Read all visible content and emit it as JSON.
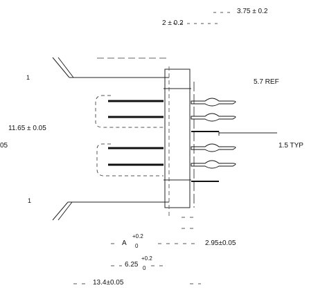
{
  "dimensions": {
    "top_right": "3.75 ± 0.2",
    "top_mid": "2 ± 0.2",
    "left_small_mark": "1",
    "ref": "5.7 REF",
    "left_height": "11.65 ± 0.05",
    "left_edge_fragment": "05",
    "typ": "1.5 TYP",
    "a_label": "A",
    "a_tol_upper": "+0.2",
    "a_tol_lower": "0",
    "pitch": "2.95±0.05",
    "width_625": "6.25",
    "w_tol_upper": "+0.2",
    "w_tol_lower": "0",
    "overall": "13.4±0.05",
    "left_bottom_mark": "1"
  }
}
